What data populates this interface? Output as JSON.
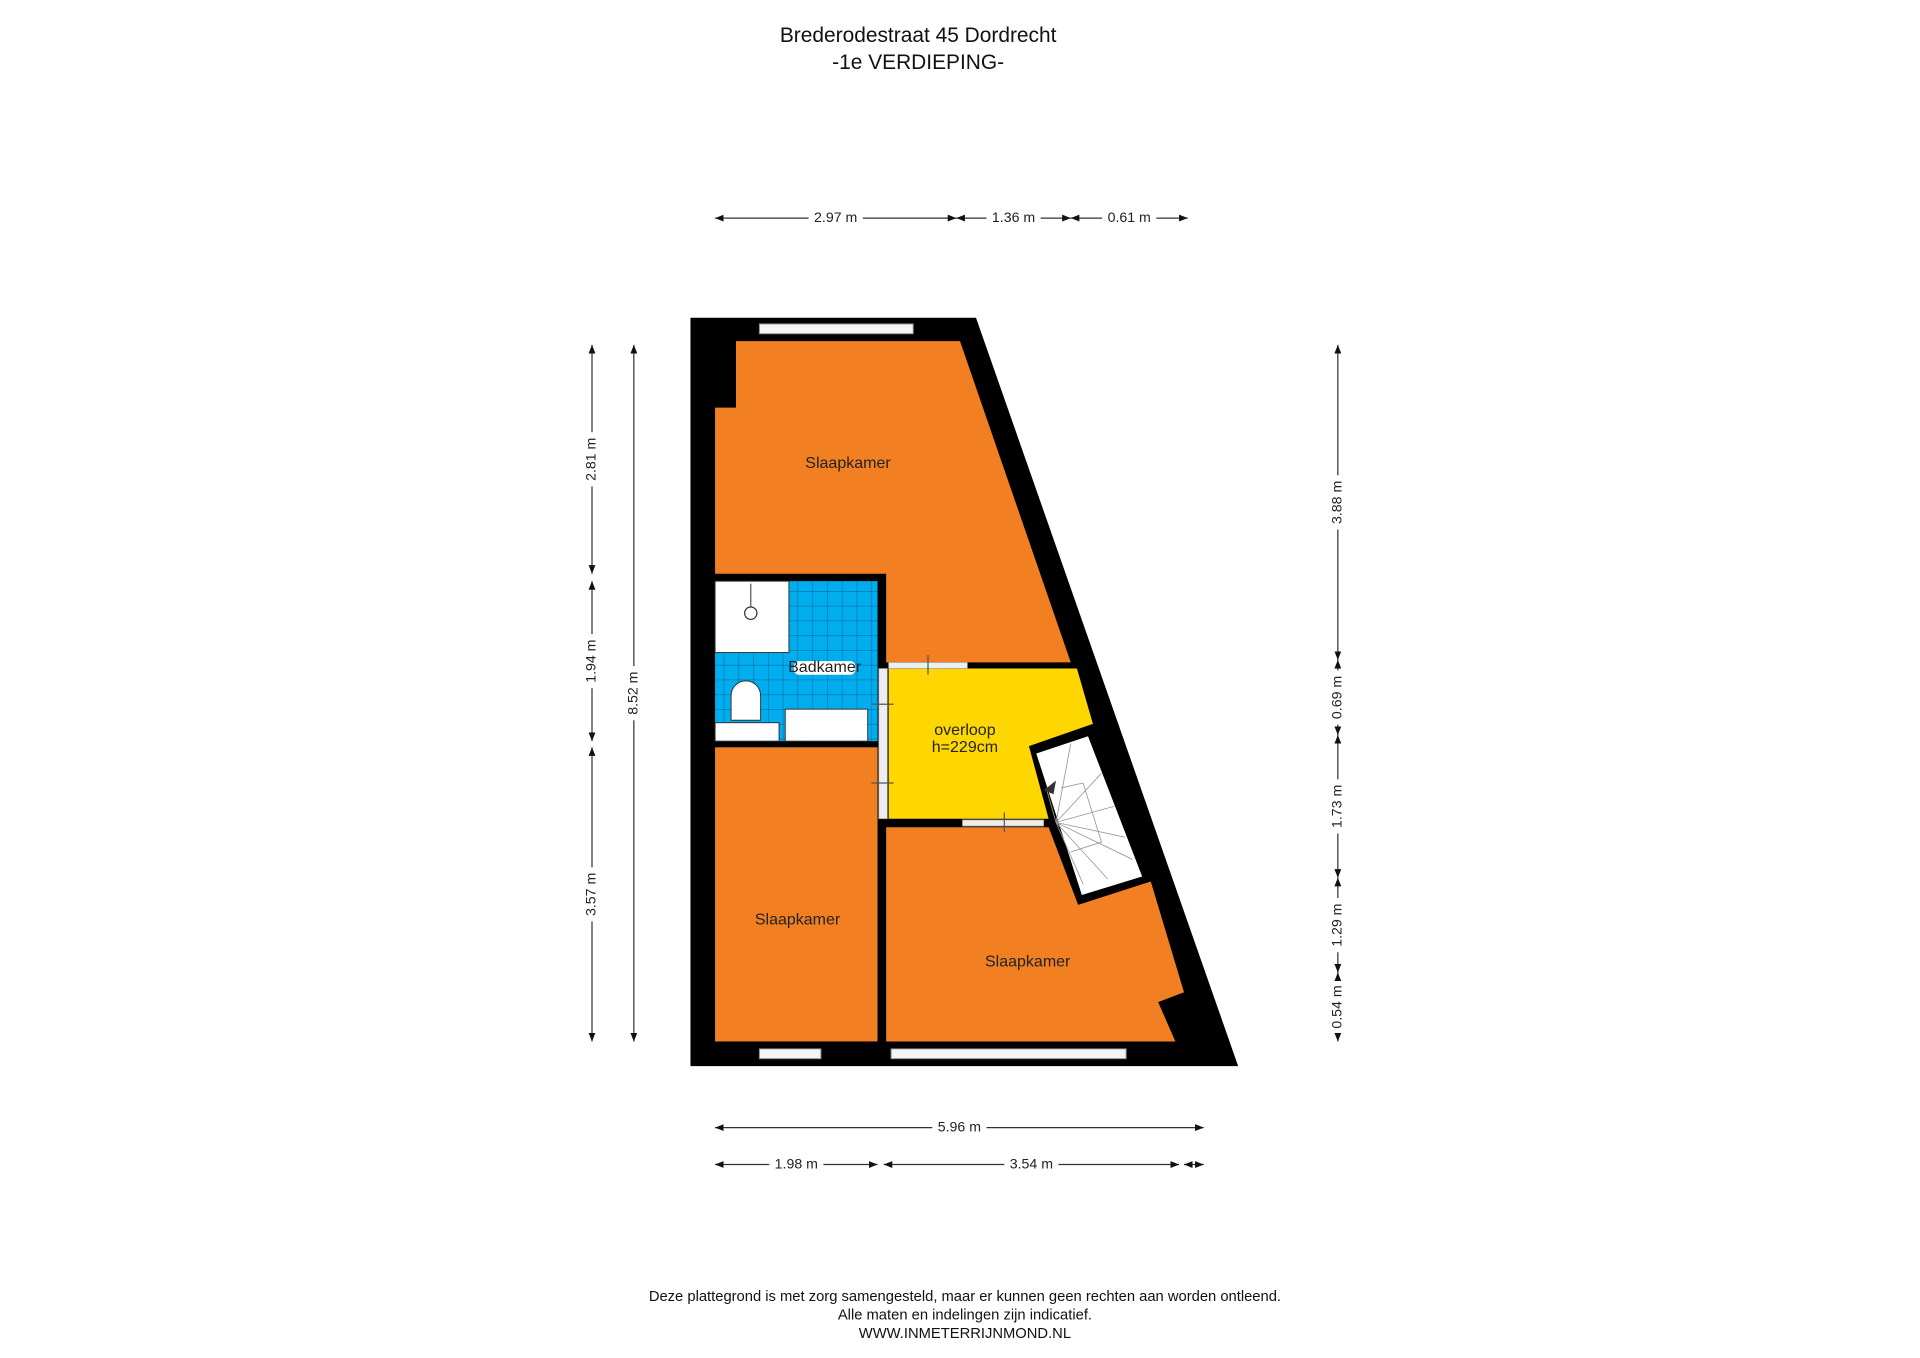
{
  "header": {
    "title": "Brederodestraat 45 Dordrecht",
    "floor": "-1e VERDIEPING-"
  },
  "rooms": {
    "top_bedroom": "Slaapkamer",
    "bathroom": "Badkamer",
    "landing": "overloop",
    "landing_height": "h=229cm",
    "bottom_left_bedroom": "Slaapkamer",
    "bottom_right_bedroom": "Slaapkamer"
  },
  "dimensions": {
    "top": [
      "2.97 m",
      "1.36 m",
      "0.61 m"
    ],
    "left_inner": [
      "2.81 m",
      "1.94 m",
      "3.57 m"
    ],
    "left_total": "8.52 m",
    "right": [
      "3.88 m",
      "0.69 m",
      "1.73 m",
      "1.29 m",
      "0.54 m"
    ],
    "bottom_total": "5.96 m",
    "bottom": [
      "1.98 m",
      "3.54 m"
    ]
  },
  "colors": {
    "bedroom": "#F28023",
    "landing": "#FFD700",
    "bath": "#00AEEF",
    "wall": "#000000"
  },
  "footer": {
    "line1": "Deze plattegrond is met zorg samengesteld, maar er kunnen geen rechten aan worden ontleend.",
    "line2": "Alle maten en indelingen zijn indicatief.",
    "line3": "WWW.INMETERRIJNMOND.NL"
  }
}
